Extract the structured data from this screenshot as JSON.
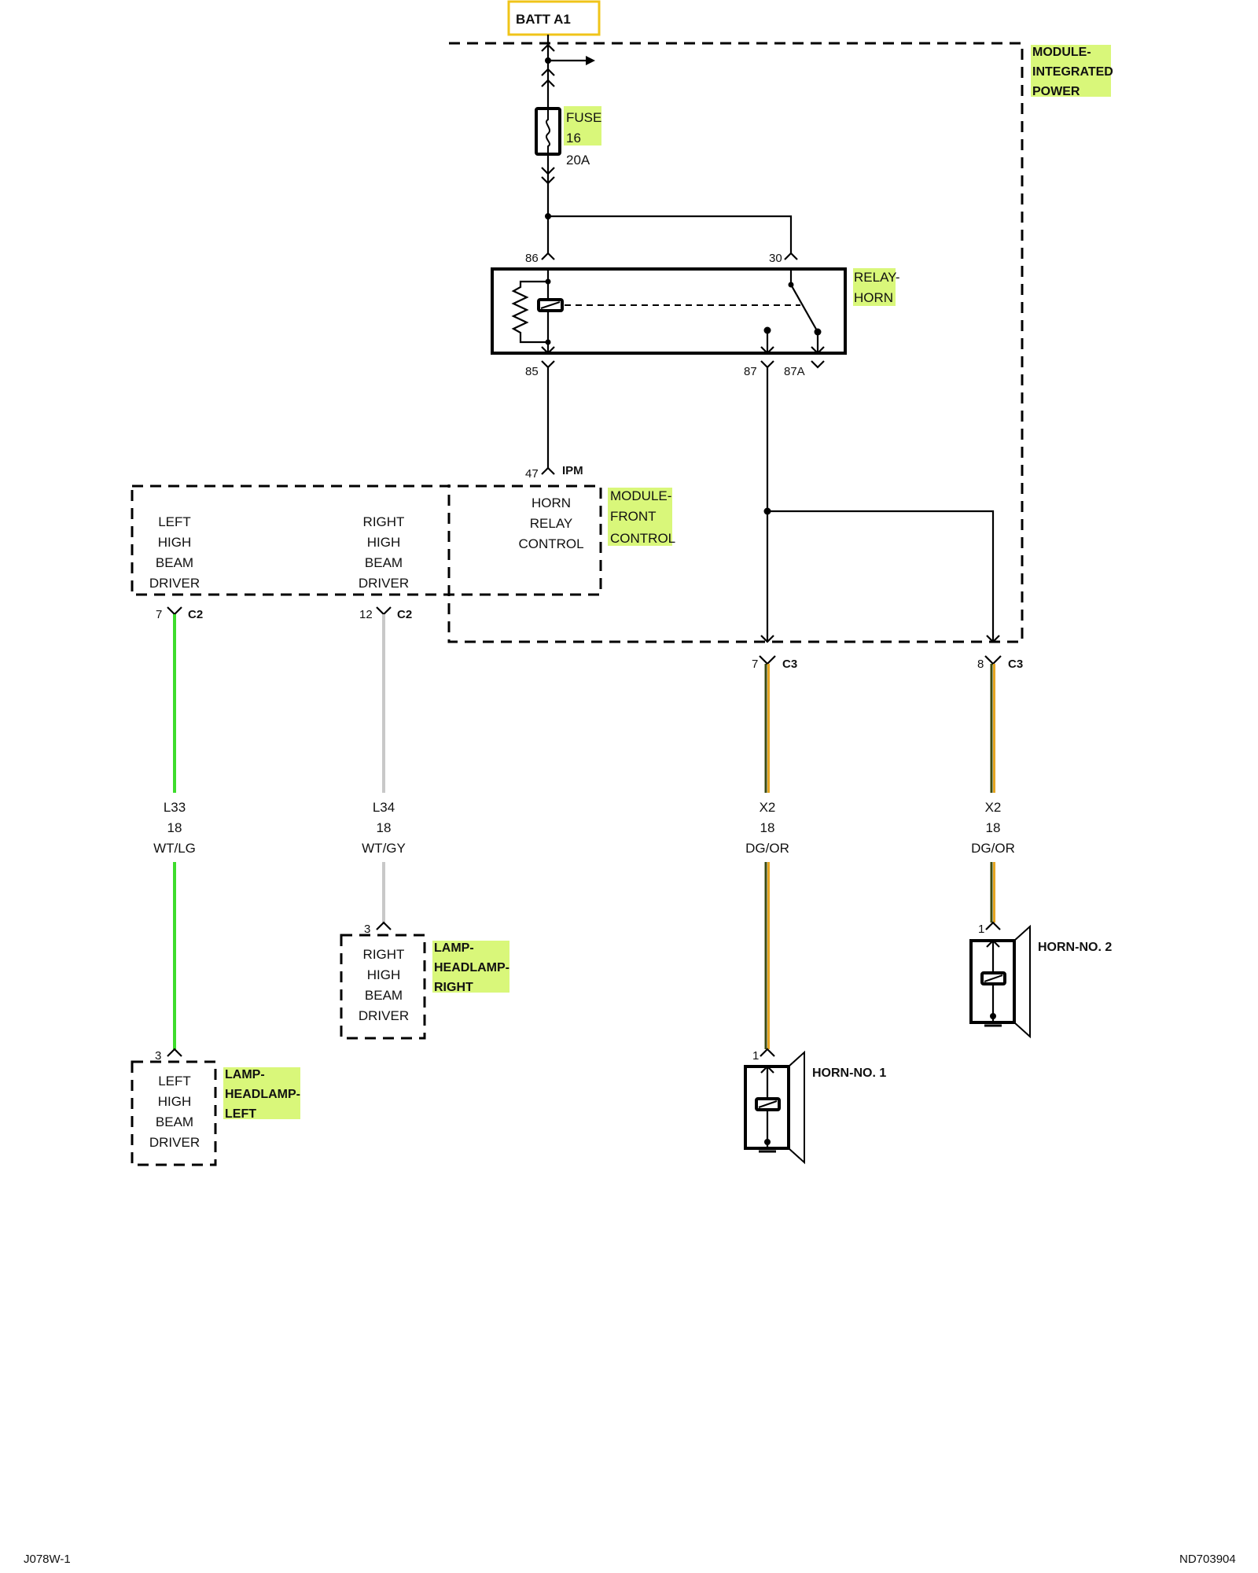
{
  "source": {
    "label": "BATT A1"
  },
  "colors": {
    "highlight": "#d9f77a",
    "source_box": "#f0c419",
    "wire_wt_lg": "#3ddc2c",
    "wire_wt_gy": "#c8c8c8",
    "wire_dg": "#3a4a10",
    "wire_or": "#e6a521"
  },
  "ipm": {
    "title_lines": [
      "MODULE-",
      "INTEGRATED",
      "POWER"
    ],
    "fuse": {
      "label_lines": [
        "FUSE",
        "16"
      ],
      "rating": "20A"
    },
    "relay": {
      "title_lines": [
        "RELAY-",
        "HORN"
      ],
      "pins": {
        "p86": "86",
        "p30": "30",
        "p85": "85",
        "p87": "87",
        "p87a": "87A"
      }
    },
    "to_fcm": {
      "pin": "47",
      "connector": "IPM"
    }
  },
  "fcm": {
    "title_lines": [
      "MODULE-",
      "FRONT",
      "CONTROL"
    ],
    "left_driver_lines": [
      "LEFT",
      "HIGH",
      "BEAM",
      "DRIVER"
    ],
    "right_driver_lines": [
      "RIGHT",
      "HIGH",
      "BEAM",
      "DRIVER"
    ],
    "horn_relay_lines": [
      "HORN",
      "RELAY",
      "CONTROL"
    ],
    "left_out": {
      "pin": "7",
      "connector": "C2"
    },
    "right_out": {
      "pin": "12",
      "connector": "C2"
    }
  },
  "ipm_outputs": {
    "horn1": {
      "pin": "7",
      "connector": "C3"
    },
    "horn2": {
      "pin": "8",
      "connector": "C3"
    }
  },
  "wires": [
    {
      "circuit": "L33",
      "gauge": "18",
      "color": "WT/LG"
    },
    {
      "circuit": "L34",
      "gauge": "18",
      "color": "WT/GY"
    },
    {
      "circuit": "X2",
      "gauge": "18",
      "color": "DG/OR"
    },
    {
      "circuit": "X2",
      "gauge": "18",
      "color": "DG/OR"
    }
  ],
  "lamp_right": {
    "pin": "3",
    "title_lines": [
      "LAMP-",
      "HEADLAMP-",
      "RIGHT"
    ],
    "body_lines": [
      "RIGHT",
      "HIGH",
      "BEAM",
      "DRIVER"
    ]
  },
  "lamp_left": {
    "pin": "3",
    "title_lines": [
      "LAMP-",
      "HEADLAMP-",
      "LEFT"
    ],
    "body_lines": [
      "LEFT",
      "HIGH",
      "BEAM",
      "DRIVER"
    ]
  },
  "horn1": {
    "pin": "1",
    "title": "HORN-NO. 1"
  },
  "horn2": {
    "pin": "1",
    "title": "HORN-NO. 2"
  },
  "footer": {
    "left": "J078W-1",
    "right": "ND703904"
  }
}
